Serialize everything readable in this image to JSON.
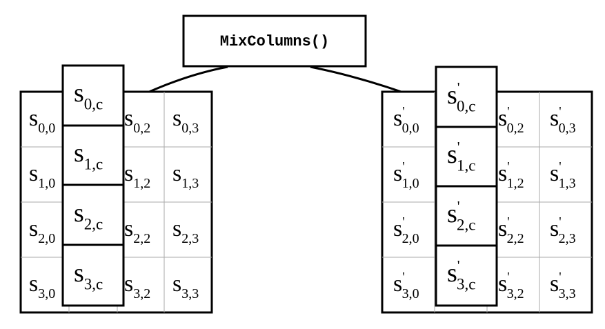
{
  "function_label": "MixColumns()",
  "state": {
    "cells": [
      [
        "s",
        "0,0"
      ],
      [
        "s",
        "0,2"
      ],
      [
        "s",
        "0,3"
      ],
      [
        "s",
        "1,0"
      ],
      [
        "s",
        "1,2"
      ],
      [
        "s",
        "1,3"
      ],
      [
        "s",
        "2,0"
      ],
      [
        "s",
        "2,2"
      ],
      [
        "s",
        "2,3"
      ],
      [
        "s",
        "3,0"
      ],
      [
        "s",
        "3,2"
      ],
      [
        "s",
        "3,3"
      ]
    ],
    "column": [
      [
        "s",
        "0,c"
      ],
      [
        "s",
        "1,c"
      ],
      [
        "s",
        "2,c"
      ],
      [
        "s",
        "3,c"
      ]
    ]
  },
  "output_state": {
    "prime": "'",
    "cells": [
      [
        "s",
        "0,0"
      ],
      [
        "s",
        "0,2"
      ],
      [
        "s",
        "0,3"
      ],
      [
        "s",
        "1,0"
      ],
      [
        "s",
        "1,2"
      ],
      [
        "s",
        "1,3"
      ],
      [
        "s",
        "2,0"
      ],
      [
        "s",
        "2,2"
      ],
      [
        "s",
        "2,3"
      ],
      [
        "s",
        "3,0"
      ],
      [
        "s",
        "3,2"
      ],
      [
        "s",
        "3,3"
      ]
    ],
    "column": [
      [
        "s",
        "0,c"
      ],
      [
        "s",
        "1,c"
      ],
      [
        "s",
        "2,c"
      ],
      [
        "s",
        "3,c"
      ]
    ]
  }
}
